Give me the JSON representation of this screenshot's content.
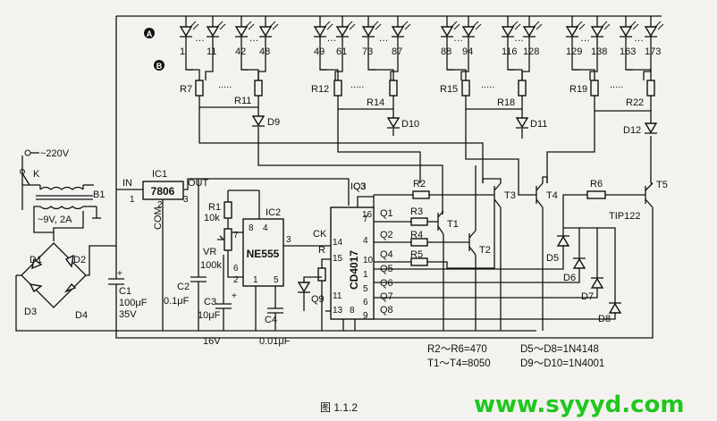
{
  "mains": {
    "voltage": "~220V",
    "switch": "K",
    "transformer": "B1",
    "secondary": "~9V, 2A"
  },
  "bridge": [
    "D1",
    "D2",
    "D3",
    "D4"
  ],
  "caps": {
    "c1": {
      "name": "C1",
      "value": "100μF",
      "voltage": "35V"
    },
    "c2": {
      "name": "C2",
      "value": "0.1μF"
    },
    "c3": {
      "name": "C3",
      "value": "10μF"
    },
    "c4": {
      "name": "C4",
      "value": "0.01μF"
    },
    "rail": "16V"
  },
  "regulator": {
    "name": "IC1",
    "part": "7806",
    "in": "IN",
    "out": "OUT",
    "com": "COM",
    "pins": [
      "1",
      "2",
      "3"
    ]
  },
  "timer": {
    "name": "IC2",
    "part": "NE555",
    "r1": "R1",
    "r1_value": "10k",
    "vr": "VR",
    "vr_value": "100k",
    "pins": [
      "8",
      "4",
      "7",
      "3",
      "6",
      "2",
      "1",
      "5"
    ]
  },
  "counter": {
    "name": "IC3",
    "part": "CD4017",
    "ck": "CK",
    "r": "R",
    "q9": "Q9",
    "pins_left": [
      "14",
      "15",
      "11",
      "13",
      "8"
    ],
    "outputs": [
      {
        "label": "Q3",
        "pin": ""
      },
      {
        "label": "Q1",
        "pin": "7"
      },
      {
        "label": "Q2",
        "pin": "4"
      },
      {
        "label": "Q4",
        "pin": "10"
      },
      {
        "label": "Q5",
        "pin": "1"
      },
      {
        "label": "Q6",
        "pin": "5"
      },
      {
        "label": "Q7",
        "pin": "6"
      },
      {
        "label": "Q8",
        "pin": "9"
      }
    ],
    "pin16": "16"
  },
  "nodes": [
    "A",
    "B"
  ],
  "led_groups": [
    {
      "a": "1",
      "b": "11"
    },
    {
      "a": "42",
      "b": "48"
    },
    {
      "a": "49",
      "b": "61"
    },
    {
      "a": "73",
      "b": "87"
    },
    {
      "a": "88",
      "b": "94"
    },
    {
      "a": "116",
      "b": "128"
    },
    {
      "a": "129",
      "b": "138"
    },
    {
      "a": "163",
      "b": "173"
    }
  ],
  "dots": "…",
  "res_group_labels": [
    "R7",
    "R11",
    "R12",
    "R14",
    "R15",
    "R18",
    "R19",
    "R22"
  ],
  "diodes_top": [
    "D9",
    "D10",
    "D11",
    "D12"
  ],
  "drivers": {
    "r_labels": [
      "R2",
      "R3",
      "R4",
      "R5",
      "R6"
    ],
    "t_labels": [
      "T1",
      "T2",
      "T3",
      "T4",
      "T5"
    ],
    "t5_part": "TIP122",
    "diodes": [
      "D5",
      "D6",
      "D7",
      "D8"
    ]
  },
  "notes": [
    "R2～R6=470",
    "T1～T4=8050",
    "D5～D8=1N4148",
    "D9～D10=1N4001"
  ],
  "caption": "图 1.1.2",
  "watermark": "www.syyyd.com"
}
